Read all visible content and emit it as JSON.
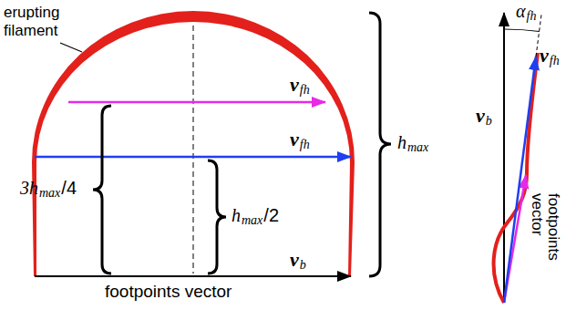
{
  "diagram": {
    "labels": [
      "erupting filament",
      "v",
      "fh",
      "v",
      "fh",
      "v",
      "b",
      "3h",
      "max",
      "/4",
      "h",
      "max",
      "/2",
      "h",
      "max",
      "footpoints vector",
      "α",
      "fh",
      "v",
      "fh",
      "v",
      "b",
      "footpoints vector"
    ]
  }
}
